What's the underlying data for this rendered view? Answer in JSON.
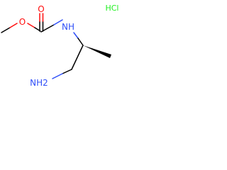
{
  "molecule": {
    "atoms": {
      "carbonyl_oxygen": "O",
      "ester_oxygen": "O",
      "amide_nitrogen": "NH",
      "amine": "NH2"
    },
    "salt": "HCl"
  },
  "colors": {
    "oxygen": "#ff0d0d",
    "nitrogen": "#3050f8",
    "salt": "#1ff01f",
    "bond": "#000000"
  }
}
